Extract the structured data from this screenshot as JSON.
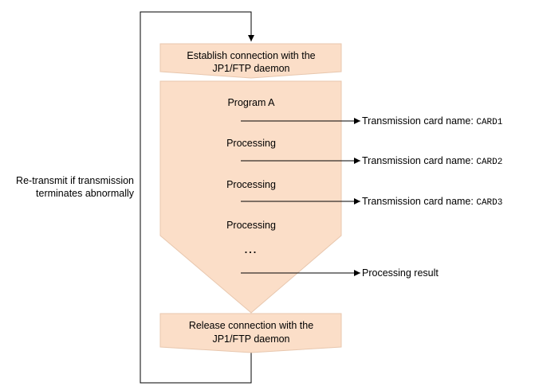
{
  "diagram": {
    "start_box": {
      "line1": "Establish connection with the",
      "line2": "JP1/FTP daemon"
    },
    "end_box": {
      "line1": "Release connection with the",
      "line2": "JP1/FTP daemon"
    },
    "program_label": "Program A",
    "steps": [
      "Processing",
      "Processing",
      "Processing"
    ],
    "ellipsis": "...",
    "outputs": [
      {
        "prefix": "Transmission card name: ",
        "code": "CARD1"
      },
      {
        "prefix": "Transmission card name: ",
        "code": "CARD2"
      },
      {
        "prefix": "Transmission card name: ",
        "code": "CARD3"
      }
    ],
    "result_label": "Processing result",
    "retry_note": {
      "line1": "Re-transmit if transmission",
      "line2": "terminates abnormally"
    },
    "colors": {
      "box_fill": "#fbdec8",
      "box_stroke": "#e8c7ae",
      "line": "#000000"
    }
  }
}
